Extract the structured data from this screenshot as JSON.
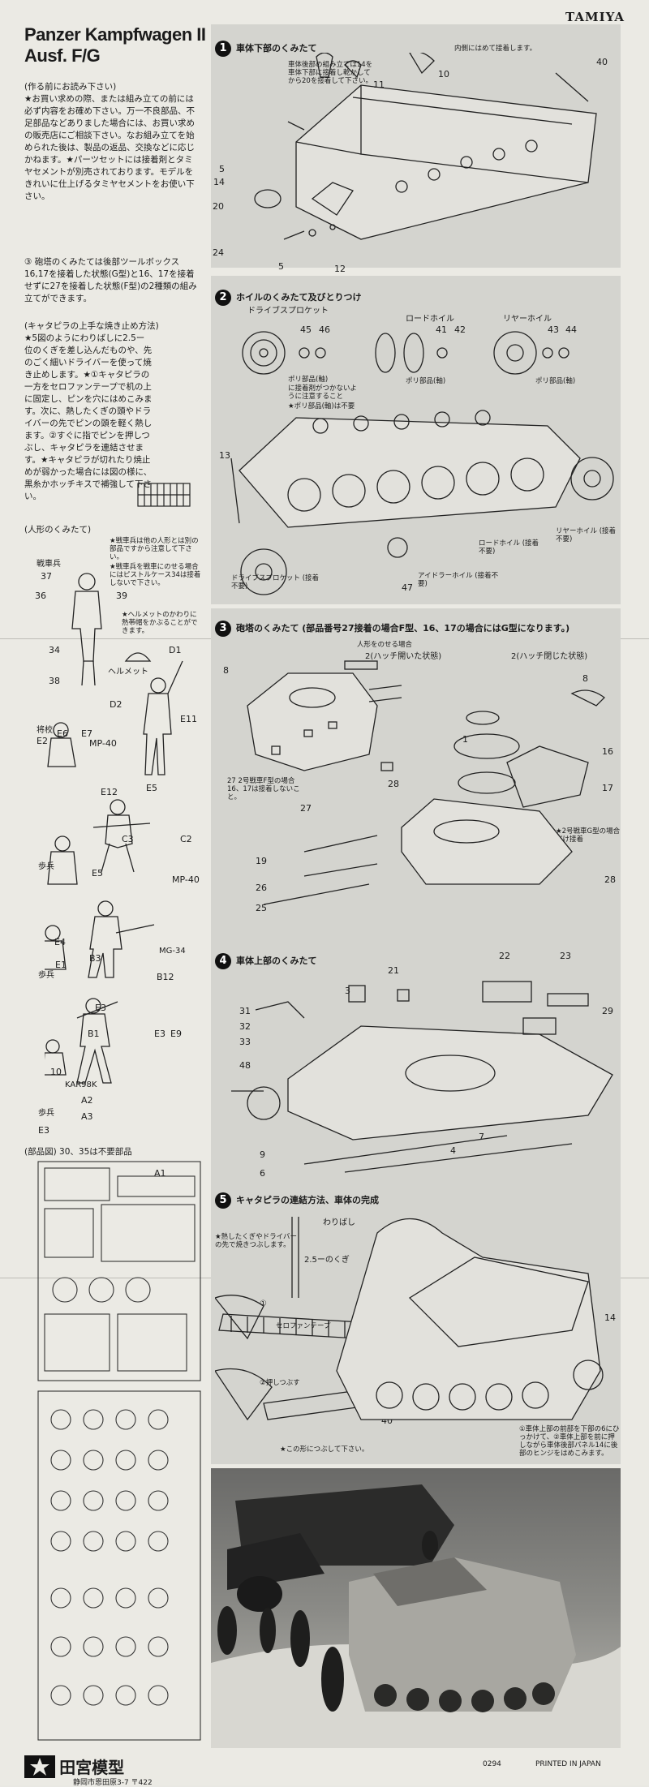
{
  "brand": "TAMIYA",
  "title": {
    "line1": "Panzer Kampfwagen II",
    "line2": "Ausf. F/G"
  },
  "intro": {
    "heading": "(作る前にお読み下さい)",
    "text": "★お買い求めの際、または組み立ての前には必ず内容をお確め下さい。万一不良部品、不足部品などありました場合には、お買い求めの販売店にご相談下さい。なお組み立てを始められた後は、製品の返品、交換などに応じかねます。★パーツセットには接着剤とタミヤセメントが別売されております。モデルをきれいに仕上げるタミヤセメントをお使い下さい。"
  },
  "note3": "③ 砲塔のくみたては後部ツールボックス16,17を接着した状態(G型)と16、17を接着せずに27を接着した状態(F型)の2種類の組み立てができます。",
  "track_tip": {
    "heading": "(キャタピラの上手な焼き止め方法)",
    "text": "★5図のようにわりばしに2.5ー位のくぎを差し込んだものや、先のごく細いドライバーを使って焼き止めします。★①キャタピラの一方をセロファンテープで机の上に固定し、ピンを穴にはめこみます。次に、熱したくぎの頭やドライバーの先でピンの頭を軽く熱します。②すぐに指でピンを押しつぶし、キャタピラを連結させます。★キャタピラが切れたり焼止めが弱かった場合には図の様に、黒糸かホッチキスで補強して下さい。"
  },
  "figures": {
    "heading": "(人形のくみたて)",
    "note1": "★戦車兵は他の人形とは別の部品ですから注意して下さい。",
    "note2": "★戦車兵を戦車にのせる場合にはピストルケース34は接着しないで下さい。",
    "note3": "★ヘルメットのかわりに熱帯帽をかぶることができます。",
    "labels": [
      "戦車兵",
      "将校",
      "歩兵",
      "歩兵",
      "歩兵",
      "ヘルメット",
      "MG-34",
      "KAR98K"
    ],
    "parts": [
      "37",
      "36",
      "39",
      "34",
      "38",
      "D1",
      "D2",
      "E11",
      "E2",
      "E6",
      "E7",
      "MP-40",
      "E12",
      "E5",
      "C3",
      "C2",
      "E5",
      "MP-40",
      "E4",
      "E1",
      "B3",
      "B12",
      "E3",
      "B1",
      "E3",
      "E9",
      "10",
      "A2",
      "A3",
      "E3",
      "A1"
    ]
  },
  "parts_diagram": {
    "heading": "(部品図) 30、35は不要部品"
  },
  "steps": [
    {
      "num": "1",
      "title": "車体下部のくみたて",
      "notes": [
        "車体後部の組み立ては14を車体下部に接着し乾かしてから20を接着して下さい。",
        "内側にはめて接着します。"
      ],
      "parts": [
        "11",
        "10",
        "40",
        "5",
        "14",
        "20",
        "24",
        "5",
        "12"
      ]
    },
    {
      "num": "2",
      "title": "ホイルのくみたて及びとりつけ",
      "labels": [
        "ドライブスプロケット",
        "ロードホイル",
        "リヤーホイル",
        "ポリ部品(軸)",
        "ポリ部品(軸)",
        "ポリ部品(軸)",
        "ロードホイル (接着不要)",
        "リヤーホイル (接着不要)",
        "ドライブスプロケット (接着不要)",
        "アイドラーホイル (接着不要)"
      ],
      "notes": [
        "に接着剤がつかないように注意すること",
        "★ポリ部品(軸)は不要"
      ],
      "parts": [
        "45",
        "46",
        "41",
        "42",
        "43",
        "44",
        "13",
        "47"
      ]
    },
    {
      "num": "3",
      "title": "砲塔のくみたて (部品番号27接着の場合F型、16、17の場合にはG型になります。)",
      "labels": [
        "人形をのせる場合",
        "2(ハッチ開いた状態)",
        "2(ハッチ閉じた状態)",
        "27 2号戦車F型の場合16、17は接着しないこと。",
        "★2号戦車G型の場合だけ接着"
      ],
      "parts": [
        "8",
        "1",
        "8",
        "16",
        "17",
        "28",
        "27",
        "19",
        "26",
        "25",
        "28"
      ]
    },
    {
      "num": "4",
      "title": "車体上部のくみたて",
      "parts": [
        "22",
        "23",
        "21",
        "3",
        "31",
        "32",
        "33",
        "29",
        "48",
        "9",
        "6",
        "4",
        "7"
      ]
    },
    {
      "num": "5",
      "title": "キャタピラの連結方法、車体の完成",
      "labels": [
        "わりばし",
        "2.5ーのくぎ",
        "★熱したくぎやドライバーの先で焼きつぶします。",
        "セロファンテープ",
        "①",
        "②押しつぶす",
        "★この形につぶして下さい。",
        "①",
        "②",
        "①車体上部の前部を下部の6にひっかけて、②車体上部を前に押しながら車体後部パネル14に後部のヒンジをはめこみます。"
      ],
      "parts": [
        "14",
        "40"
      ]
    }
  ],
  "footer": {
    "company": "田宮模型",
    "address": "静岡市恩田原3-7 〒422",
    "code": "0294",
    "printed": "PRINTED IN JAPAN"
  }
}
